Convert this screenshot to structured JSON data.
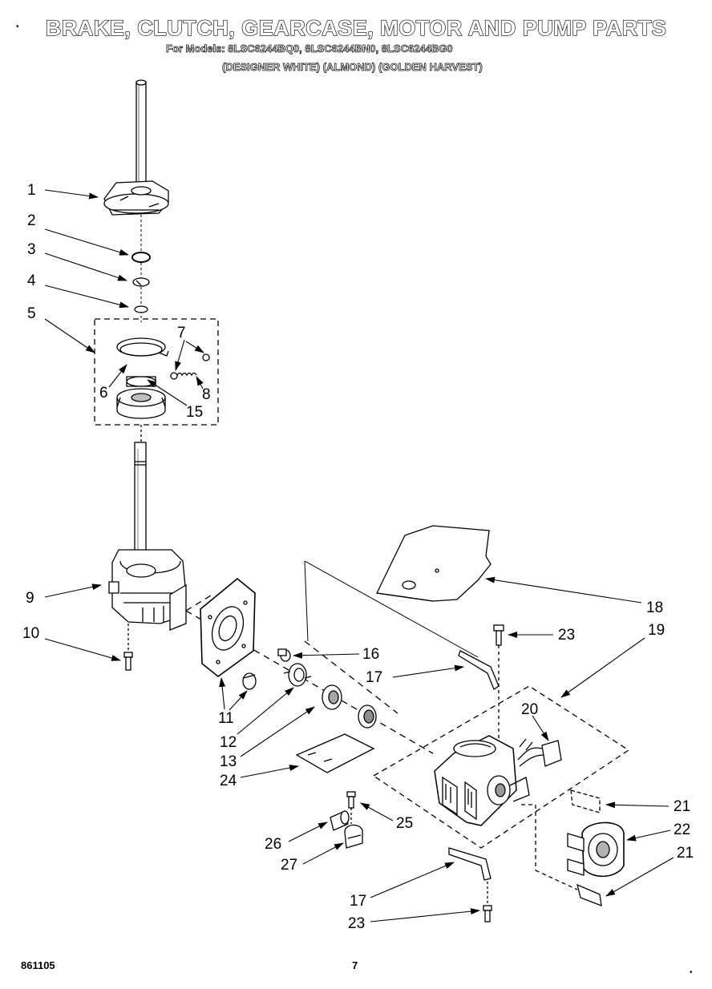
{
  "header": {
    "title": "BRAKE, CLUTCH, GEARCASE, MOTOR AND PUMP PARTS",
    "models_line": "For Models: 8LSC6244BQ0, 8LSC6244BN0, 8LSC6244BG0",
    "colors_line": "(DESIGNER WHITE) (ALMOND) (GOLDEN HARVEST)"
  },
  "callouts": [
    "1",
    "2",
    "3",
    "4",
    "5",
    "6",
    "7",
    "8",
    "15",
    "9",
    "10",
    "11",
    "12",
    "13",
    "24",
    "16",
    "17",
    "18",
    "23",
    "19",
    "20",
    "21",
    "22",
    "21",
    "25",
    "26",
    "27",
    "17",
    "23"
  ],
  "footer": {
    "document_number": "861105",
    "page_number": "7"
  }
}
